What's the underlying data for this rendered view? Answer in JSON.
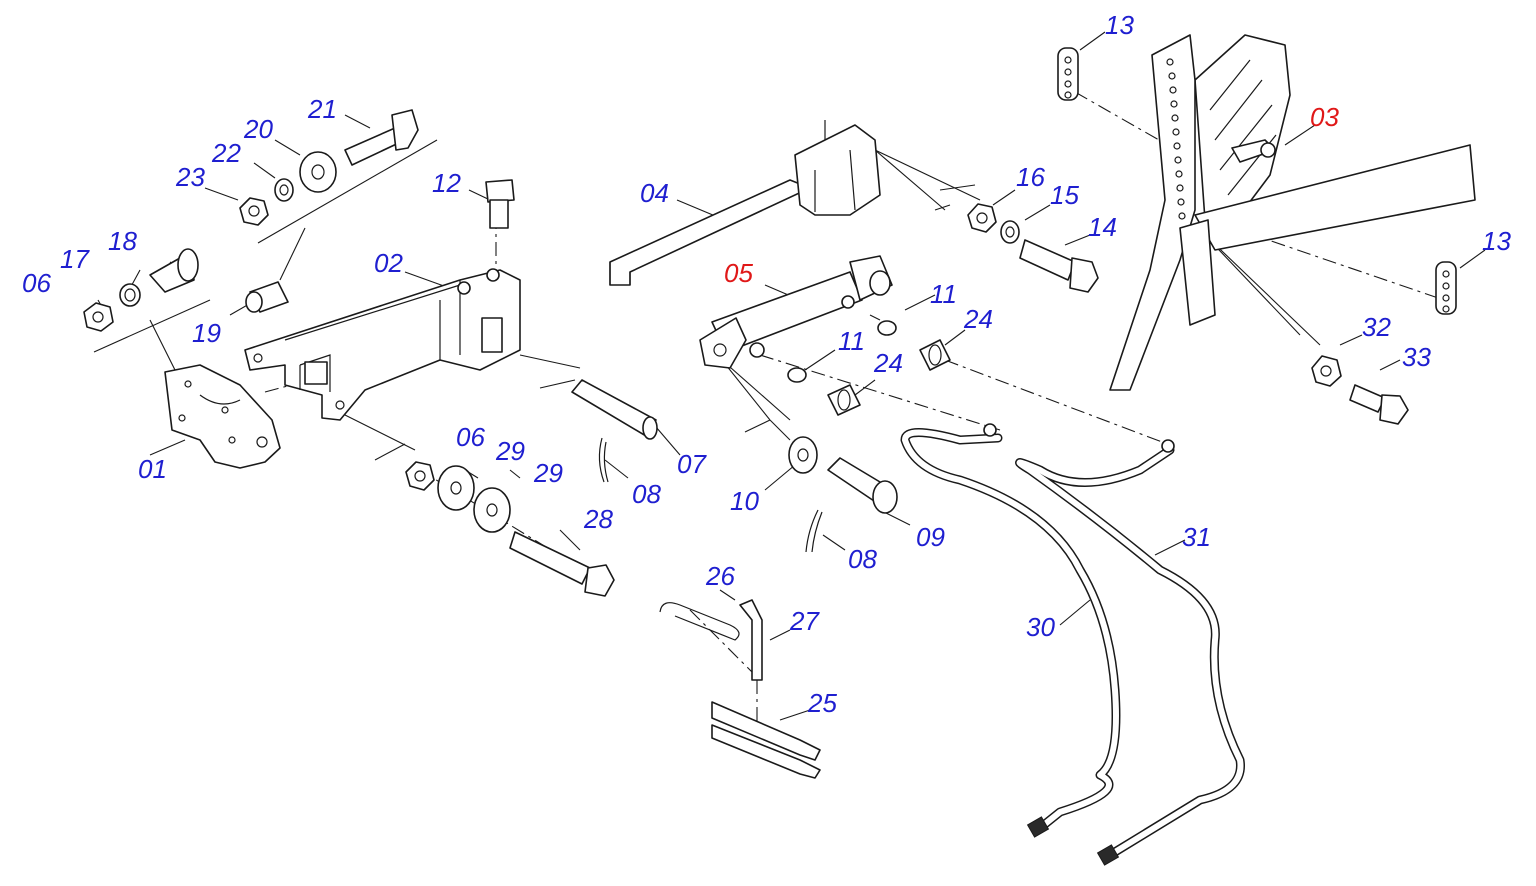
{
  "colors": {
    "label_normal": "#1f1fd0",
    "label_highlight": "#e01818",
    "line": "#1a1a1a"
  },
  "labels": {
    "p01": "01",
    "p02": "02",
    "p03": "03",
    "p04": "04",
    "p05": "05",
    "p06a": "06",
    "p06b": "06",
    "p07": "07",
    "p08a": "08",
    "p08b": "08",
    "p09": "09",
    "p10": "10",
    "p11a": "11",
    "p11b": "11",
    "p12": "12",
    "p13a": "13",
    "p13b": "13",
    "p14": "14",
    "p15": "15",
    "p16": "16",
    "p17": "17",
    "p18": "18",
    "p19": "19",
    "p20": "20",
    "p21": "21",
    "p22": "22",
    "p23": "23",
    "p24a": "24",
    "p24b": "24",
    "p25": "25",
    "p26": "26",
    "p27": "27",
    "p28": "28",
    "p29a": "29",
    "p29b": "29",
    "p30": "30",
    "p31": "31",
    "p32": "32",
    "p33": "33"
  },
  "highlighted_parts": [
    "03",
    "05"
  ]
}
